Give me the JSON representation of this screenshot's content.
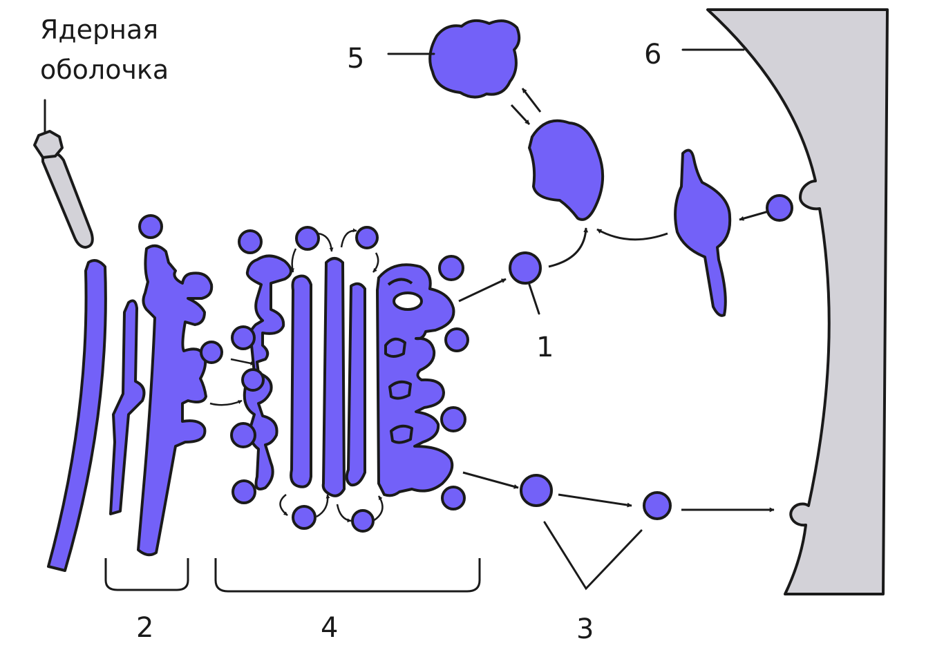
{
  "diagram": {
    "labels": {
      "nuclear_envelope": "Ядерная оболочка",
      "nuclear_envelope_line1": "Ядерная",
      "nuclear_envelope_line2": "оболочка",
      "n1": "1",
      "n2": "2",
      "n3": "3",
      "n4": "4",
      "n5": "5",
      "n6": "6"
    },
    "colors": {
      "membrane": "#7361F8",
      "cell_wall": "#D3D2D8",
      "nuclear_envelope": "#D3D2D8",
      "outline": "#1A1A1A"
    }
  }
}
